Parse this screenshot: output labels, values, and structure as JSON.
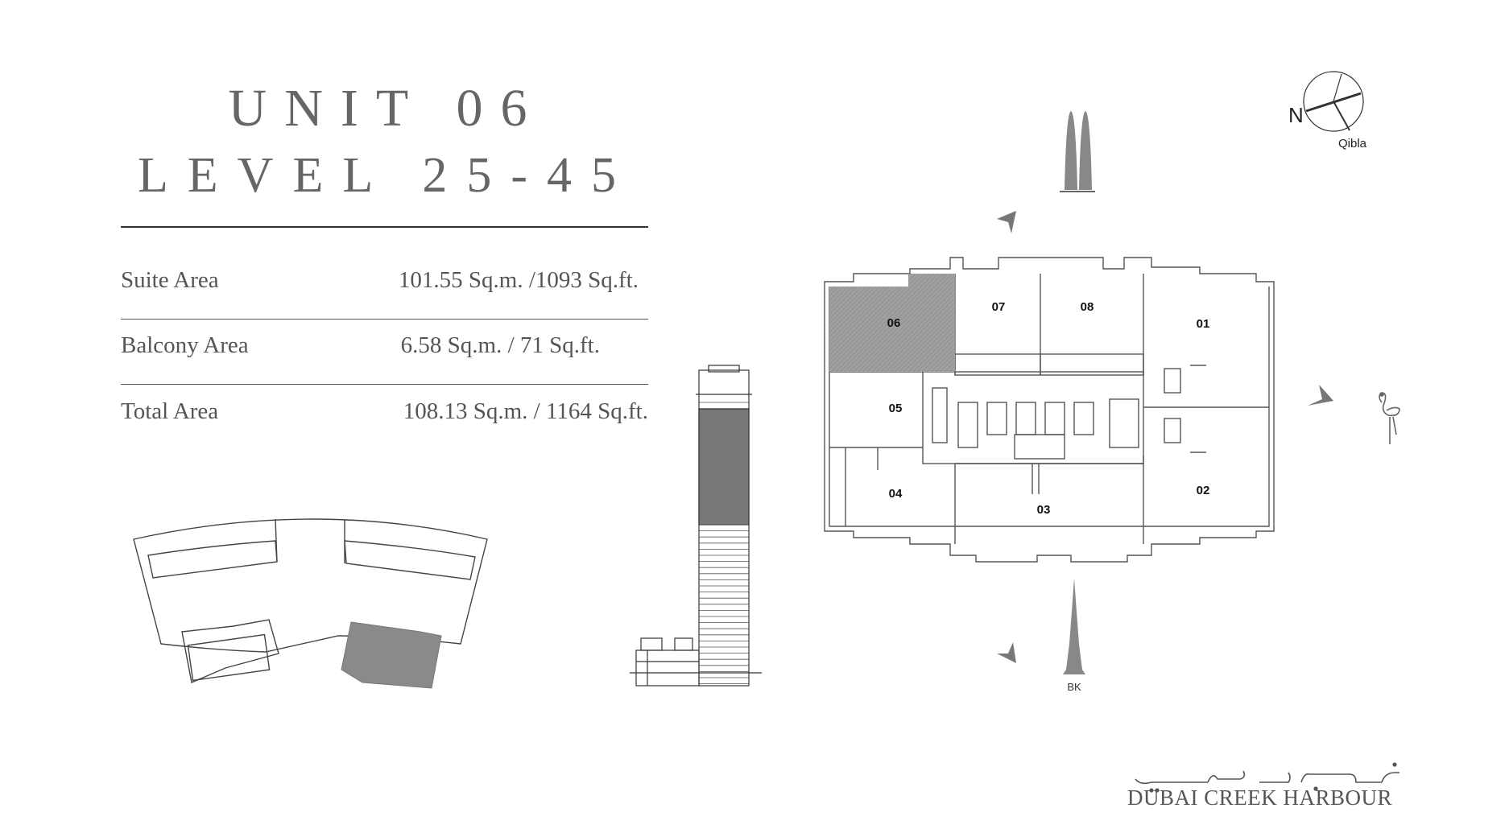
{
  "heading": {
    "line1": "UNIT 06",
    "line2": "LEVEL 25-45"
  },
  "areas": [
    {
      "label": "Suite Area",
      "value": "101.55 Sq.m. /1093 Sq.ft."
    },
    {
      "label": "Balcony Area",
      "value": "6.58 Sq.m. / 71 Sq.ft."
    },
    {
      "label": "Total Area",
      "value": "108.13 Sq.m. / 1164 Sq.ft."
    }
  ],
  "floorplan": {
    "units": [
      "06",
      "07",
      "08",
      "01",
      "05",
      "04",
      "03",
      "02"
    ],
    "highlighted_unit": "06",
    "highlight_color": "#9a9a9a"
  },
  "compass": {
    "north": "N",
    "qibla": "Qibla"
  },
  "landmark_label": "BK",
  "brand": {
    "english": "DUBAI CREEK HARBOUR"
  }
}
